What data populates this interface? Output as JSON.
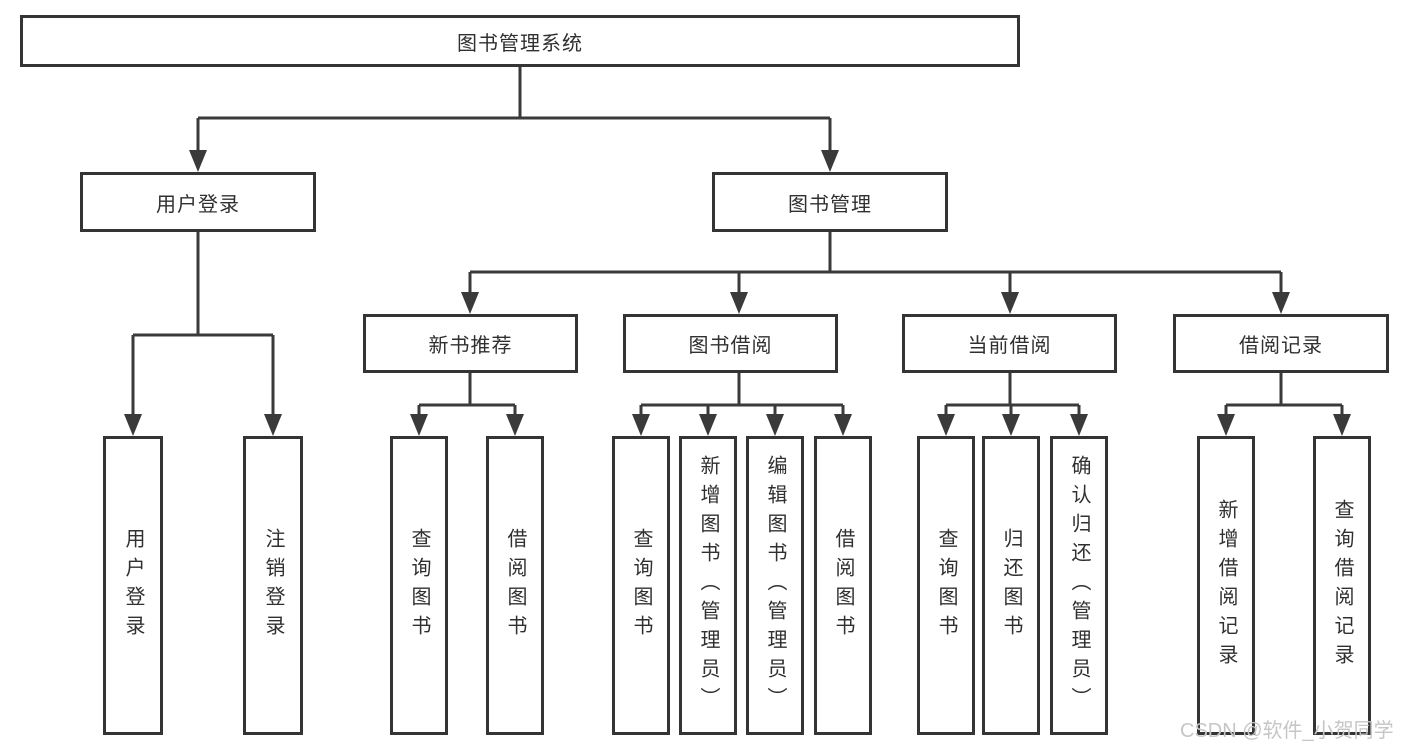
{
  "diagram": {
    "root": "图书管理系统",
    "level2": [
      "用户登录",
      "图书管理"
    ],
    "level3": [
      "新书推荐",
      "图书借阅",
      "当前借阅",
      "借阅记录"
    ],
    "leaves_login": [
      "用户登录",
      "注销登录"
    ],
    "leaves_recommend": [
      "查询图书",
      "借阅图书"
    ],
    "leaves_borrow": [
      "查询图书",
      "新增图书（管理员）",
      "编辑图书（管理员）",
      "借阅图书"
    ],
    "leaves_current": [
      "查询图书",
      "归还图书",
      "确认归还（管理员）"
    ],
    "leaves_records": [
      "新增借阅记录",
      "查询借阅记录"
    ]
  },
  "watermark": "CSDN @软件_小贺同学",
  "colors": {
    "line": "#3a3a3a",
    "box_border": "#343434",
    "box_fill": "#ffffff",
    "text": "#303030",
    "watermark": "#c6c6c6",
    "background": "#ffffff"
  }
}
